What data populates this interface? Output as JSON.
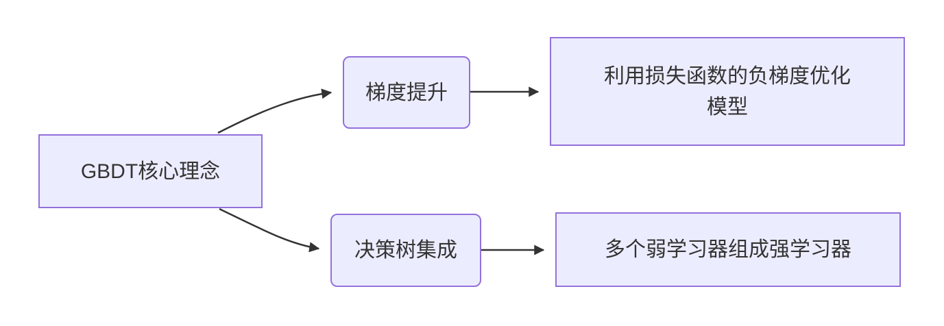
{
  "diagram": {
    "type": "flowchart-left-to-right",
    "colors": {
      "node_fill": "#ECECFF",
      "node_border": "#9370DB",
      "edge": "#333333",
      "text": "#333333"
    },
    "nodes": {
      "root": {
        "label": "GBDT核心理念",
        "shape": "rect"
      },
      "gradient": {
        "label": "梯度提升",
        "shape": "rounded"
      },
      "gradient_detail": {
        "label": "利用损失函数的负梯度优化模型",
        "lines": [
          "利用损失函数的负梯度优化",
          "模型"
        ],
        "shape": "rect"
      },
      "ensemble": {
        "label": "决策树集成",
        "shape": "rounded"
      },
      "ensemble_detail": {
        "label": "多个弱学习器组成强学习器",
        "shape": "rect"
      }
    },
    "edges": [
      {
        "from": "root",
        "to": "gradient"
      },
      {
        "from": "gradient",
        "to": "gradient_detail"
      },
      {
        "from": "root",
        "to": "ensemble"
      },
      {
        "from": "ensemble",
        "to": "ensemble_detail"
      }
    ]
  }
}
